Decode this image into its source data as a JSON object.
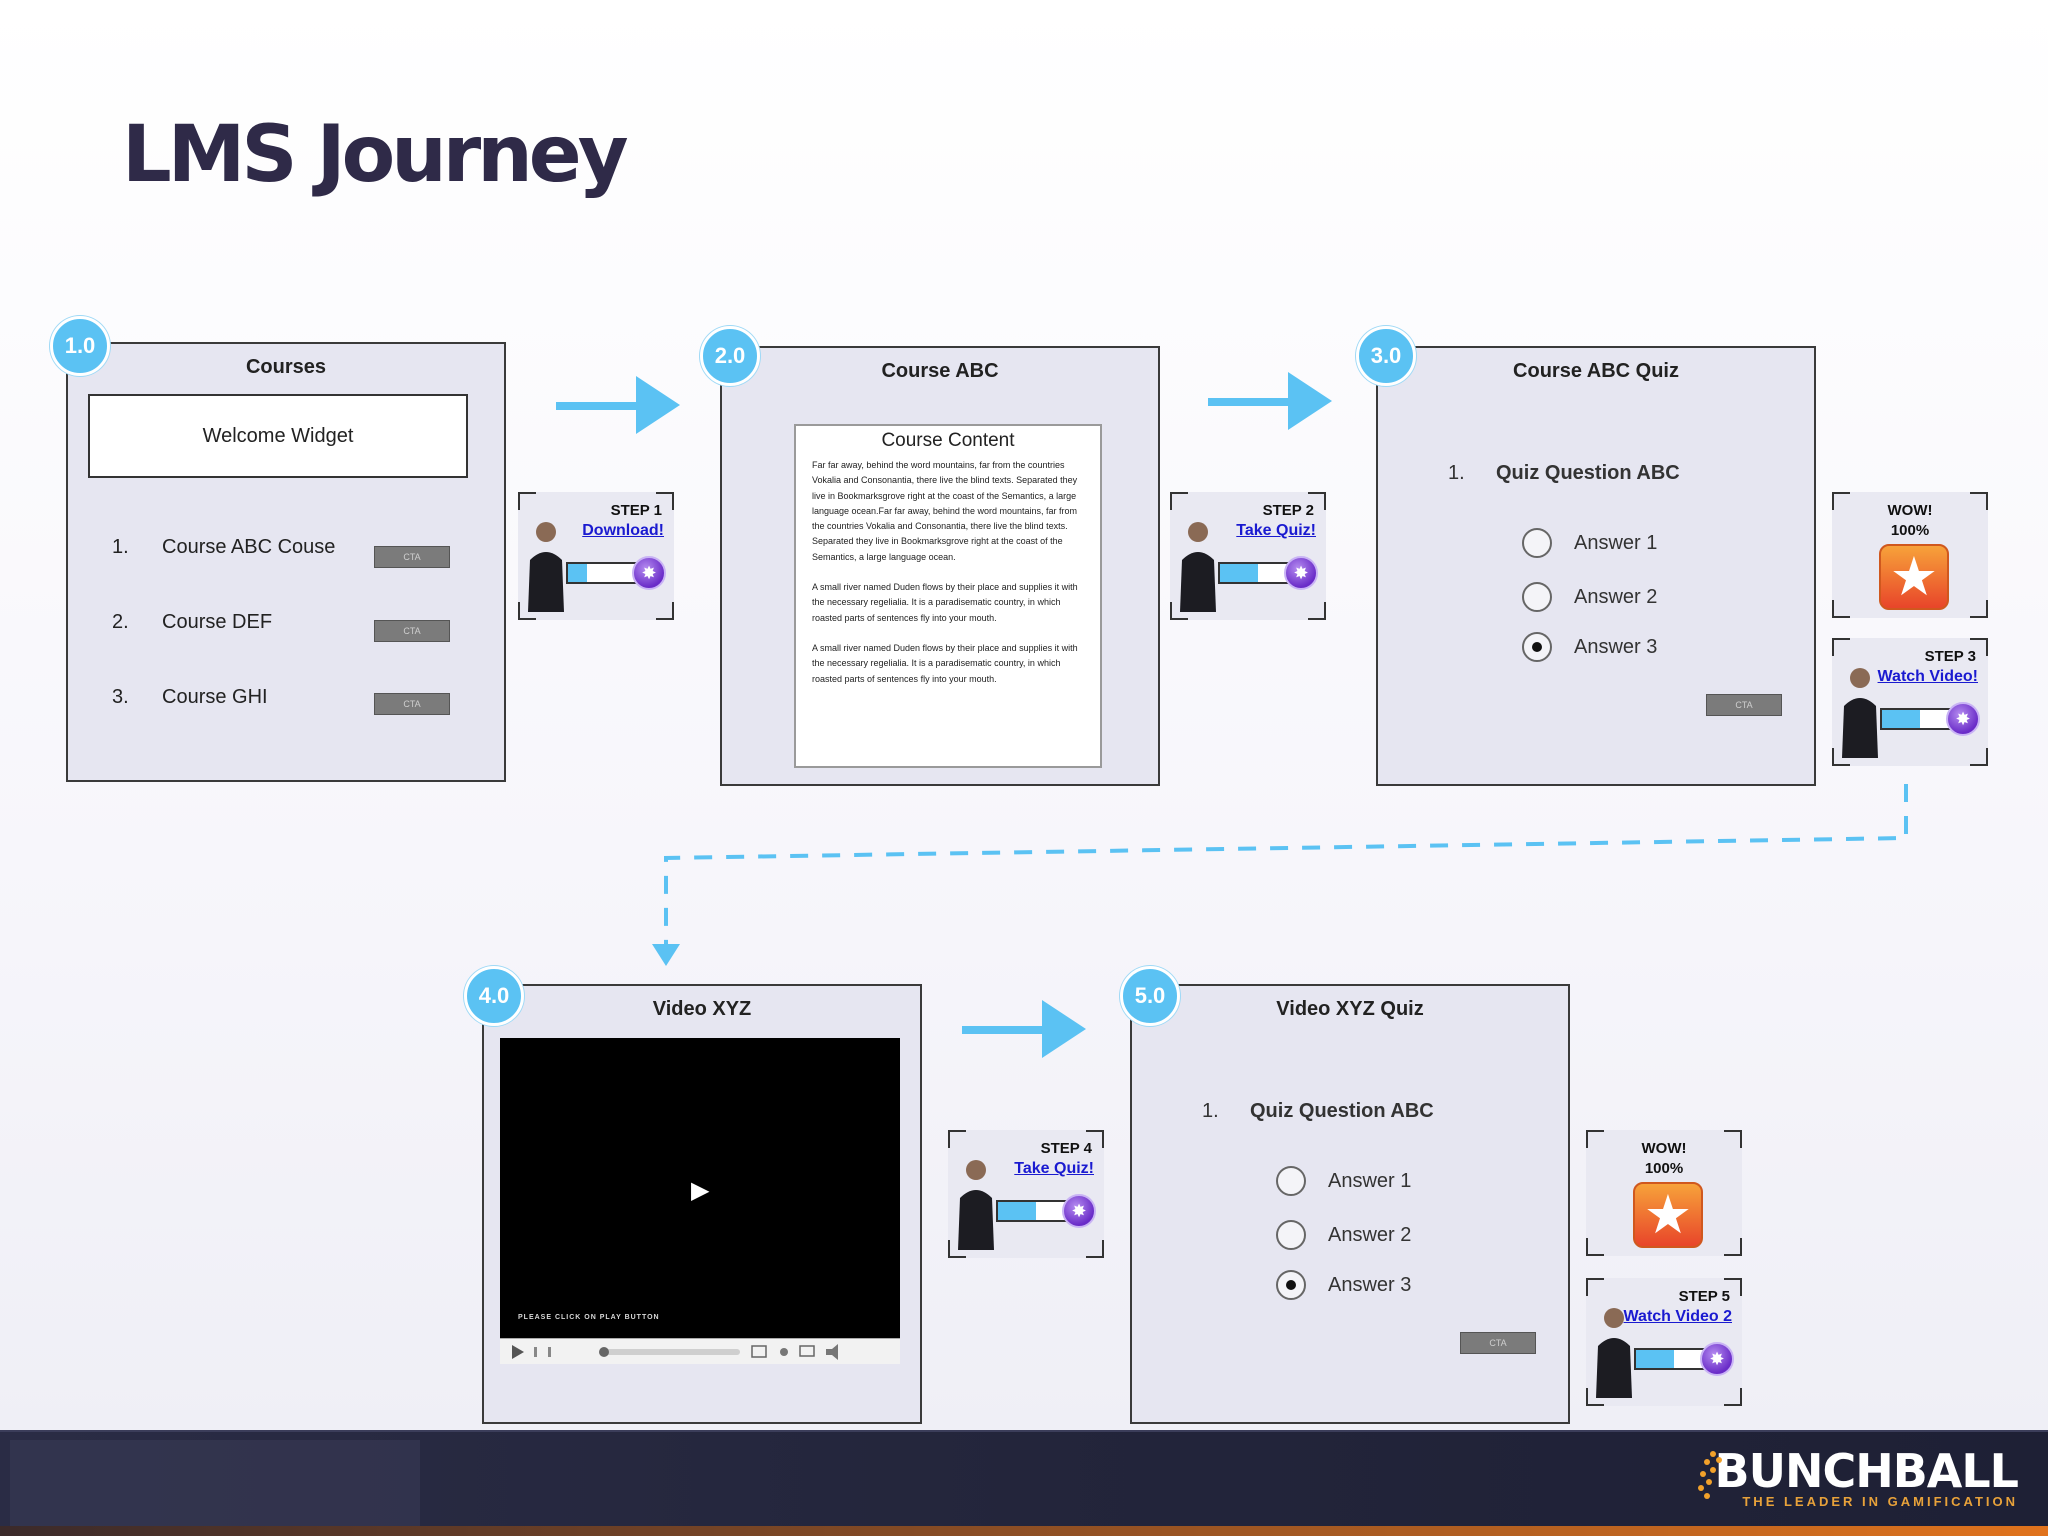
{
  "title": "LMS Journey",
  "frames": {
    "courses": {
      "badge": "1.0",
      "title": "Courses",
      "widget": "Welcome Widget",
      "items": [
        {
          "num": "1.",
          "label": "Course ABC Couse",
          "cta": "CTA"
        },
        {
          "num": "2.",
          "label": "Course DEF",
          "cta": "CTA"
        },
        {
          "num": "3.",
          "label": "Course GHI",
          "cta": "CTA"
        }
      ]
    },
    "course_abc": {
      "badge": "2.0",
      "title": "Course ABC",
      "content_title": "Course Content",
      "paragraphs": [
        "Far far away, behind the word mountains, far from the countries Vokalia and Consonantia, there live the blind texts. Separated they live in Bookmarksgrove right at the coast of the Semantics, a large language ocean.Far far away, behind the word mountains, far from the countries Vokalia and Consonantia, there live the blind texts. Separated they live in Bookmarksgrove right at the coast of the Semantics, a large language ocean.",
        "A small river named Duden flows by their place and supplies it with the necessary regelialia. It is a paradisematic country, in which roasted parts of sentences fly into your mouth.",
        "A small river named Duden flows by their place and supplies it with the necessary regelialia. It is a paradisematic country, in which roasted parts of sentences fly into your mouth."
      ]
    },
    "course_quiz": {
      "badge": "3.0",
      "title": "Course ABC Quiz",
      "question_num": "1.",
      "question": "Quiz Question ABC",
      "answers": [
        "Answer 1",
        "Answer 2",
        "Answer 3"
      ],
      "selected_index": 2,
      "cta": "CTA"
    },
    "video": {
      "badge": "4.0",
      "title": "Video XYZ",
      "play_symbol": "▶",
      "message": "PLEASE CLICK ON PLAY BUTTON"
    },
    "video_quiz": {
      "badge": "5.0",
      "title": "Video XYZ Quiz",
      "question_num": "1.",
      "question": "Quiz Question ABC",
      "answers": [
        "Answer 1",
        "Answer 2",
        "Answer 3"
      ],
      "selected_index": 2,
      "cta": "CTA"
    }
  },
  "step_cards": [
    {
      "step": "STEP 1",
      "link": "Download!",
      "progress": 0.25
    },
    {
      "step": "STEP 2",
      "link": "Take Quiz!",
      "progress": 0.5
    },
    {
      "step": "STEP 3",
      "link": "Watch Video!",
      "progress": 0.5
    },
    {
      "step": "STEP 4",
      "link": "Take Quiz!",
      "progress": 0.5
    },
    {
      "step": "STEP  5",
      "link": "Watch Video 2",
      "progress": 0.5
    }
  ],
  "wow_cards": [
    {
      "line1": "WOW!",
      "line2": "100%"
    },
    {
      "line1": "WOW!",
      "line2": "100%"
    }
  ],
  "colors": {
    "accent": "#5bc2f3",
    "title": "#2f2a48",
    "link": "#1a1ad0",
    "frame_bg": "#e6e6f1"
  },
  "footer": {
    "brand": "BUNCHBALL",
    "tagline": "THE LEADER IN GAMIFICATION"
  }
}
